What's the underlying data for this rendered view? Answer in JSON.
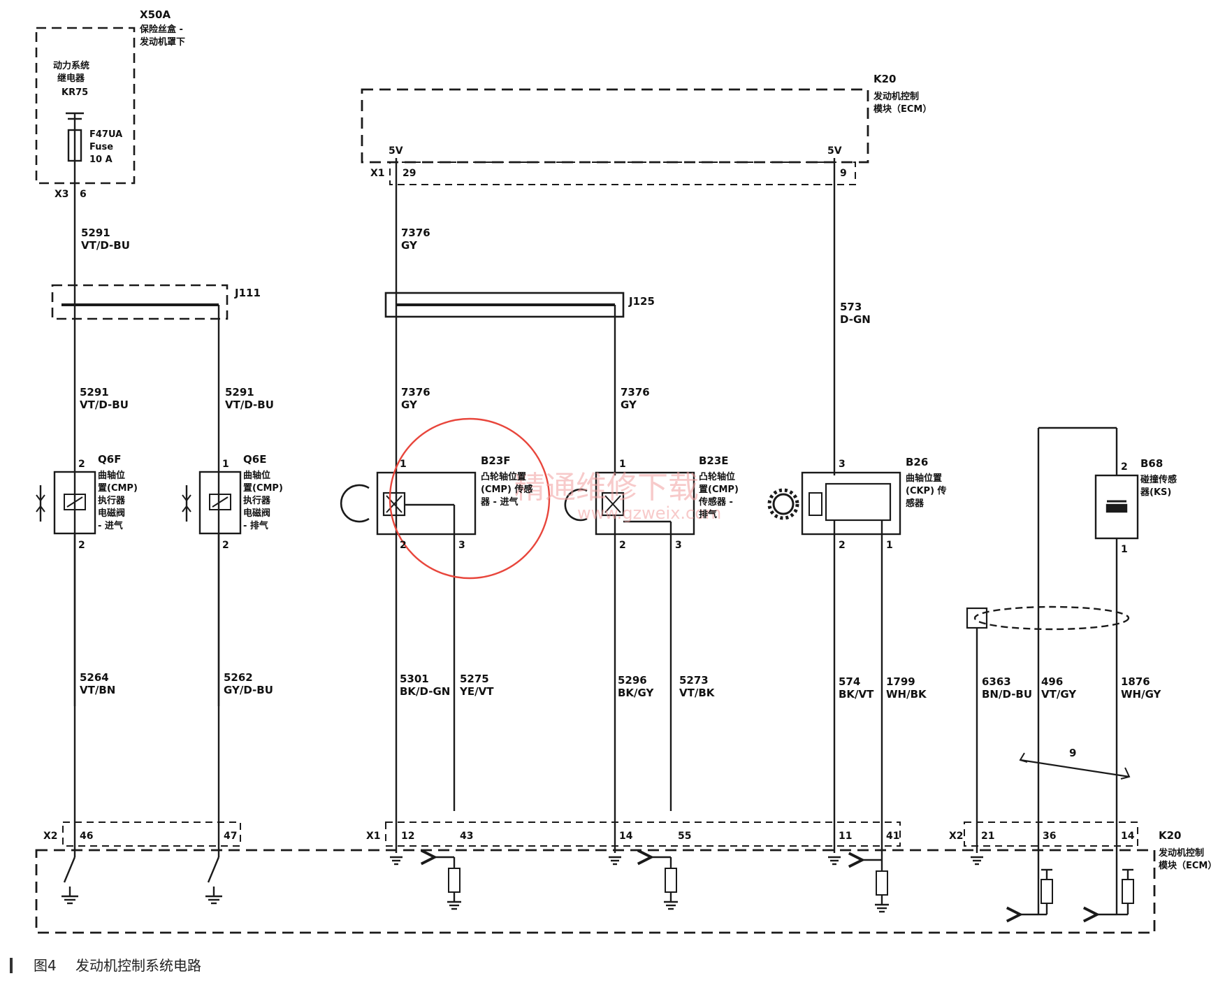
{
  "fuse_block": {
    "ref": "X50A",
    "name": [
      "保险丝盒 -",
      "发动机罩下"
    ],
    "relay_name": [
      "动力系统",
      "继电器"
    ],
    "relay_ref": "KR75",
    "fuse_ref": "F47UA",
    "fuse_word": "Fuse",
    "fuse_rating": "10 A",
    "connector": "X3",
    "pin": "6"
  },
  "ecm_top": {
    "ref": "K20",
    "name": [
      "发动机控制",
      "模块（ECM）"
    ],
    "connector": "X1",
    "pin_left": "29",
    "pin_right": "9",
    "voltage_left": "5V",
    "voltage_right": "5V"
  },
  "splices": {
    "j111": "J111",
    "j125": "J125"
  },
  "wires": {
    "w5291_a": {
      "num": "5291",
      "color": "VT/D-BU"
    },
    "w5291_b": {
      "num": "5291",
      "color": "VT/D-BU"
    },
    "w5291_c": {
      "num": "5291",
      "color": "VT/D-BU"
    },
    "w7376_a": {
      "num": "7376",
      "color": "GY"
    },
    "w7376_b": {
      "num": "7376",
      "color": "GY"
    },
    "w7376_c": {
      "num": "7376",
      "color": "GY"
    },
    "w573": {
      "num": "573",
      "color": "D-GN"
    },
    "w5264": {
      "num": "5264",
      "color": "VT/BN"
    },
    "w5262": {
      "num": "5262",
      "color": "GY/D-BU"
    },
    "w5301": {
      "num": "5301",
      "color": "BK/D-GN"
    },
    "w5275": {
      "num": "5275",
      "color": "YE/VT"
    },
    "w5296": {
      "num": "5296",
      "color": "BK/GY"
    },
    "w5273": {
      "num": "5273",
      "color": "VT/BK"
    },
    "w574": {
      "num": "574",
      "color": "BK/VT"
    },
    "w1799": {
      "num": "1799",
      "color": "WH/BK"
    },
    "w6363": {
      "num": "6363",
      "color": "BN/D-BU"
    },
    "w496": {
      "num": "496",
      "color": "VT/GY"
    },
    "w1876": {
      "num": "1876",
      "color": "WH/GY"
    }
  },
  "components": {
    "q6f": {
      "ref": "Q6F",
      "name": [
        "曲轴位",
        "置(CMP)",
        "执行器",
        "电磁阀",
        "- 进气"
      ],
      "pin_top": "2",
      "pin_bot": "2"
    },
    "q6e": {
      "ref": "Q6E",
      "name": [
        "曲轴位",
        "置(CMP)",
        "执行器",
        "电磁阀",
        "- 排气"
      ],
      "pin_top": "1",
      "pin_bot": "2"
    },
    "b23f": {
      "ref": "B23F",
      "name": [
        "凸轮轴位置",
        "(CMP) 传感",
        "器 - 进气"
      ],
      "pin_top": "1",
      "pin_bot_l": "2",
      "pin_bot_r": "3"
    },
    "b23e": {
      "ref": "B23E",
      "name": [
        "凸轮轴位",
        "置(CMP)",
        "传感器 -",
        "排气"
      ],
      "pin_top": "1",
      "pin_bot_l": "2",
      "pin_bot_r": "3"
    },
    "b26": {
      "ref": "B26",
      "name": [
        "曲轴位置",
        "(CKP) 传",
        "感器"
      ],
      "pin_top": "3",
      "pin_bot_l": "2",
      "pin_bot_r": "1"
    },
    "b68": {
      "ref": "B68",
      "name": [
        "碰撞传感",
        "器(KS)"
      ],
      "pin_top": "2",
      "pin_bot": "1"
    }
  },
  "twisted_pair": {
    "label": "9"
  },
  "ecm_bottom": {
    "ref": "K20",
    "name": [
      "发动机控制",
      "模块（ECM）"
    ],
    "x2_left": {
      "connector": "X2",
      "pins": [
        "46",
        "47"
      ]
    },
    "x1": {
      "connector": "X1",
      "pins": [
        "12",
        "43",
        "14",
        "55",
        "11",
        "41"
      ]
    },
    "x2_right": {
      "connector": "X2",
      "pins": [
        "21",
        "36",
        "14"
      ]
    }
  },
  "watermark": {
    "line1": "精通维修下载",
    "line2": "www.gzweix.com"
  },
  "caption": {
    "figure": "图4",
    "title": "发动机控制系统电路"
  },
  "colors": {
    "line": "#1a1a1a",
    "highlight_circle": "#e8463c",
    "watermark": "#f2a0a0"
  }
}
